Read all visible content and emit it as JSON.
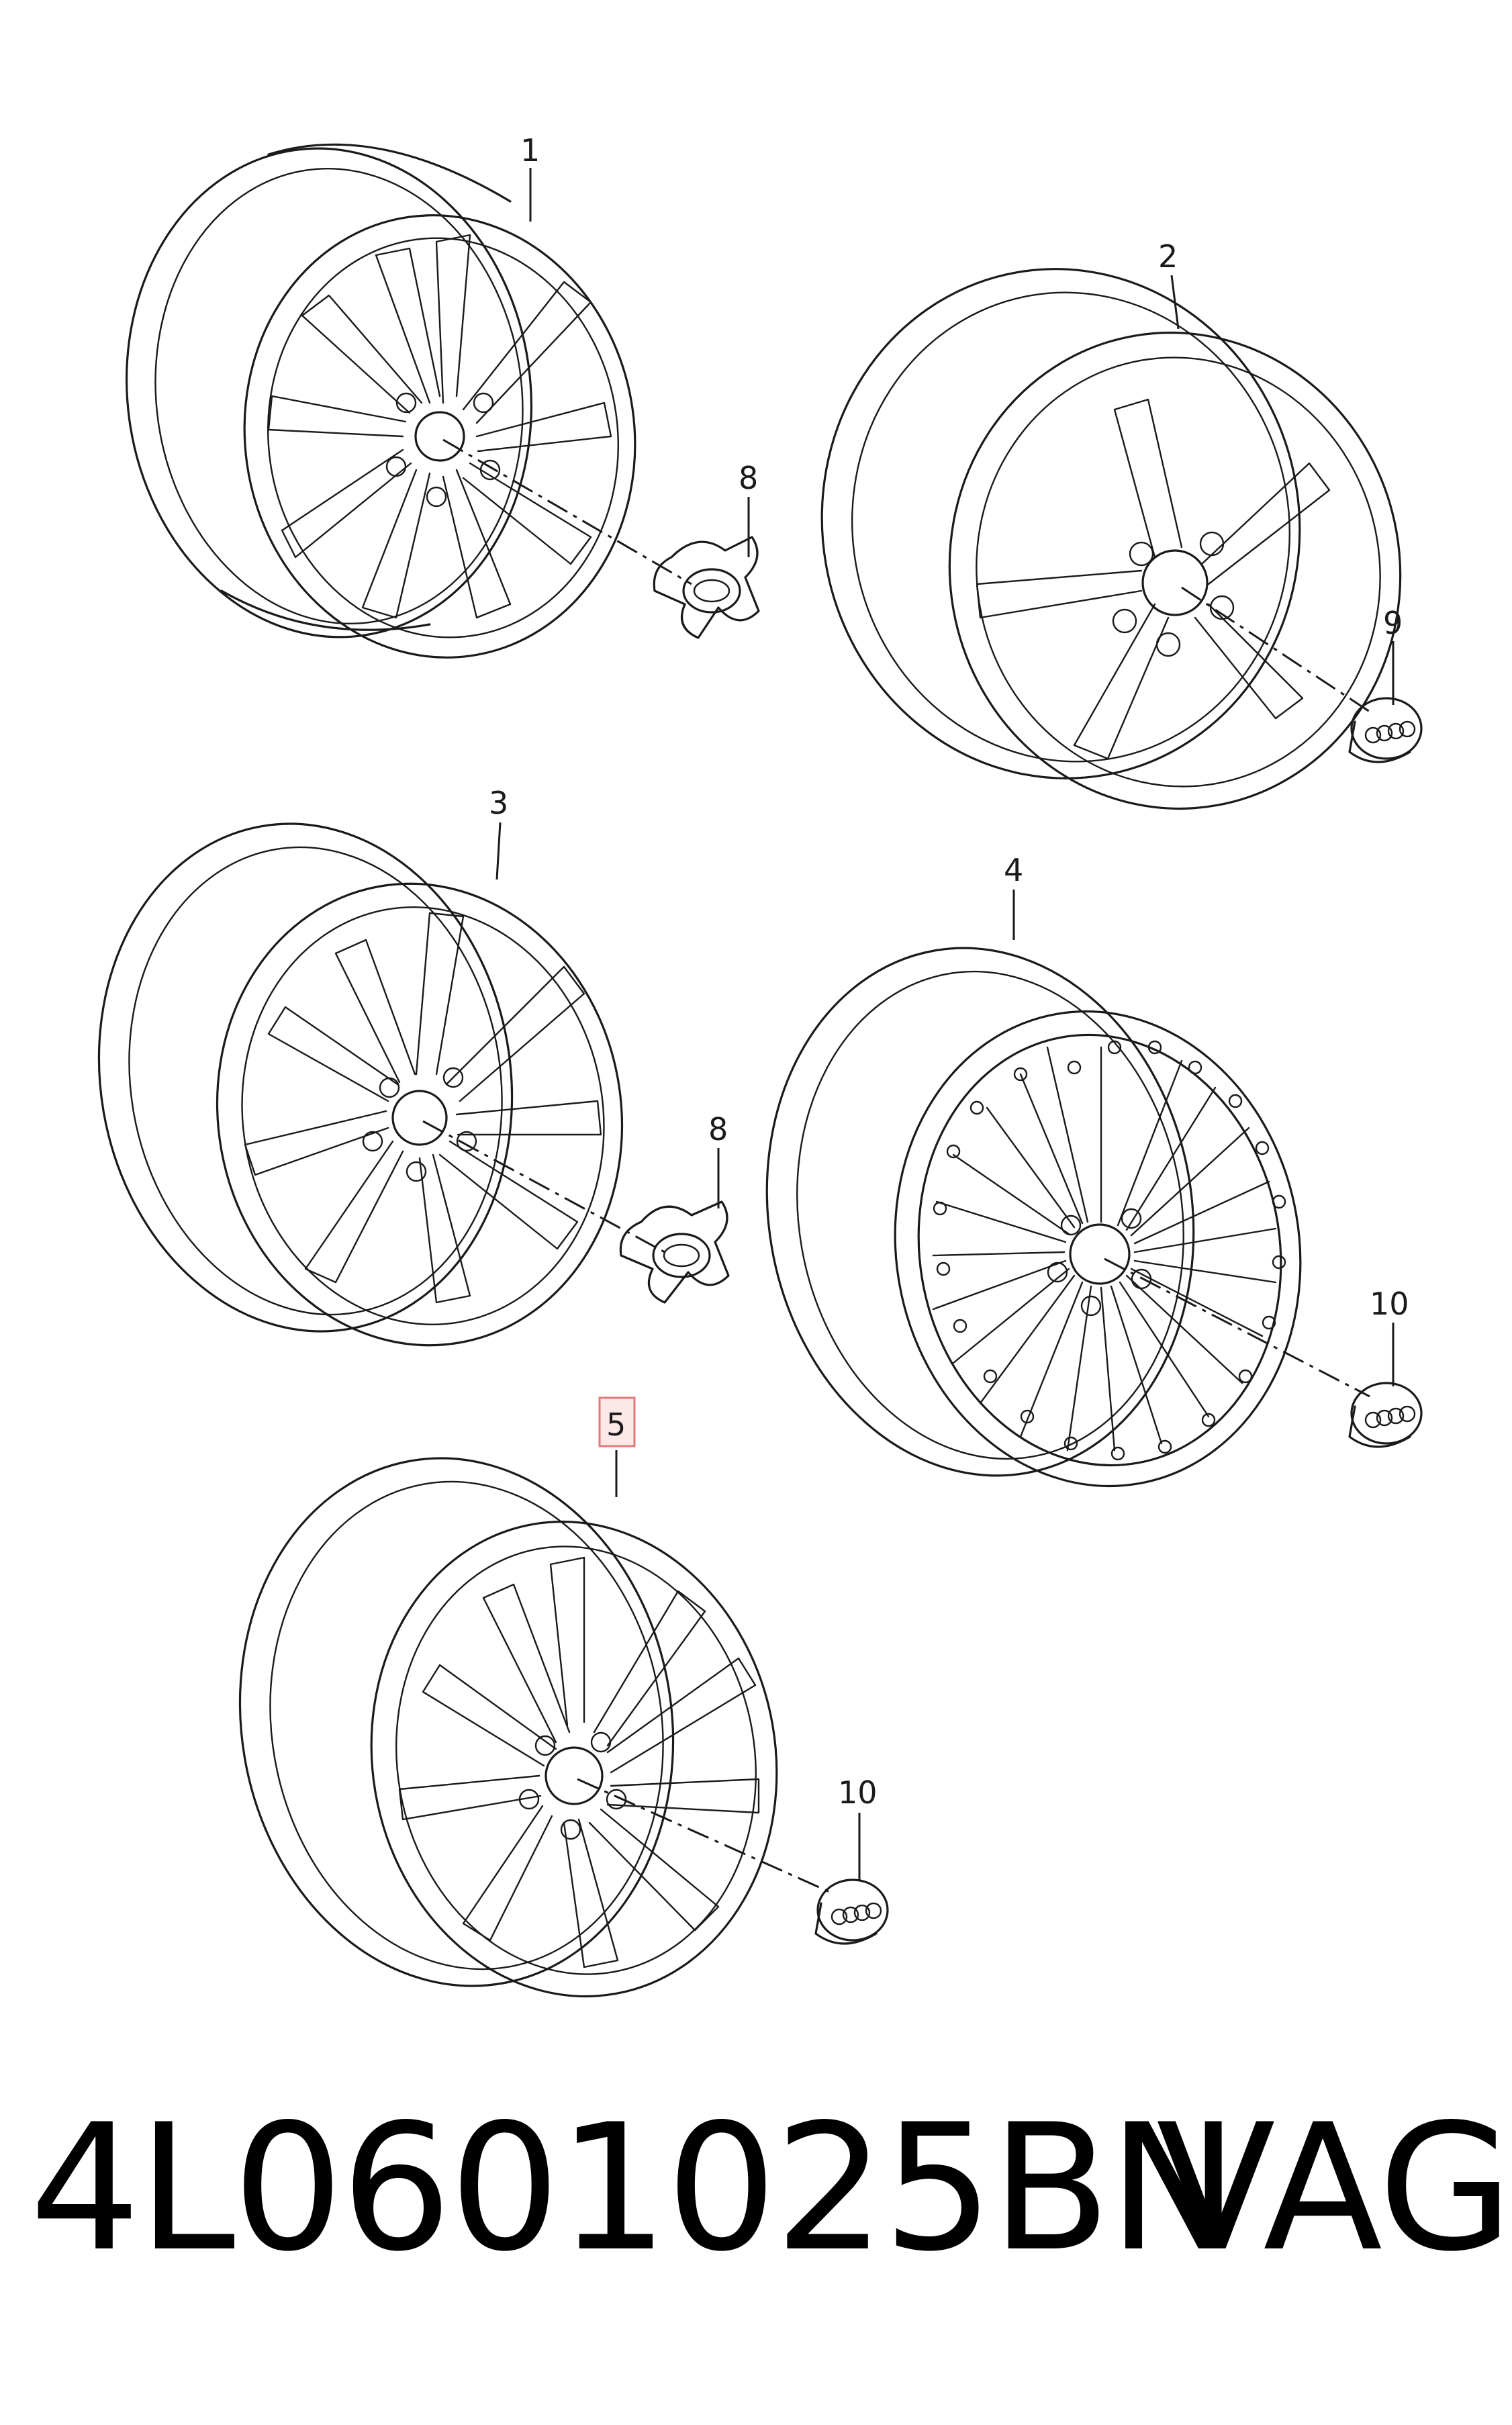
{
  "callouts": [
    {
      "id": "1",
      "text": "1"
    },
    {
      "id": "2",
      "text": "2"
    },
    {
      "id": "3",
      "text": "3"
    },
    {
      "id": "4",
      "text": "4"
    },
    {
      "id": "5",
      "text": "5",
      "highlighted": true
    },
    {
      "id": "8a",
      "text": "8"
    },
    {
      "id": "8b",
      "text": "8"
    },
    {
      "id": "9",
      "text": "9"
    },
    {
      "id": "10a",
      "text": "10"
    },
    {
      "id": "10b",
      "text": "10"
    }
  ],
  "footer": {
    "part_number": "4L0601025BN",
    "brand": "VAG"
  },
  "colors": {
    "line": "#1a1a1a",
    "highlight_fill": "#fde8e8",
    "highlight_border": "#e07a7a"
  }
}
